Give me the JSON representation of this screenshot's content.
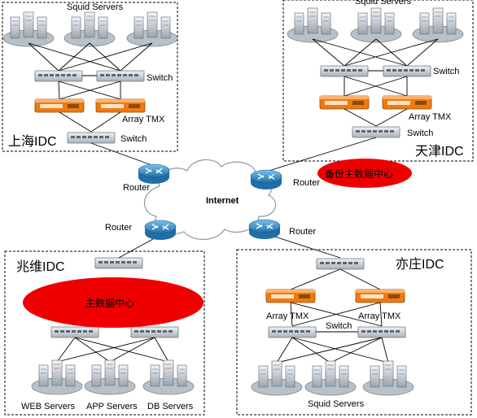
{
  "internet": {
    "label": "Internet"
  },
  "routers": {
    "label": "Router"
  },
  "shanghai": {
    "idc_label": "上海IDC",
    "servers_label": "Squid Servers",
    "switch_label": "Switch",
    "tmx_label": "Array TMX",
    "switch2_label": "Switch"
  },
  "tianjin": {
    "idc_label": "天津IDC",
    "servers_label": "Squid Servers",
    "switch_label": "Switch",
    "tmx_label": "Array TMX",
    "switch2_label": "Switch"
  },
  "zhaowei": {
    "idc_label": "兆维IDC",
    "overlay_label": "主数据中心",
    "web_label": "WEB Servers",
    "app_label": "APP Servers",
    "db_label": "DB Servers"
  },
  "yizhuang": {
    "idc_label": "亦庄IDC",
    "tmx_left_label": "Array TMX",
    "tmx_right_label": "Array TMX",
    "switch_label": "Switch",
    "servers_label": "Squid Servers"
  },
  "backup": {
    "overlay_label": "备份主数据中心"
  },
  "colors": {
    "overlay_red": "#ee0000",
    "router_blue": "#2a7ab8",
    "tmx_orange": "#f07a10"
  }
}
